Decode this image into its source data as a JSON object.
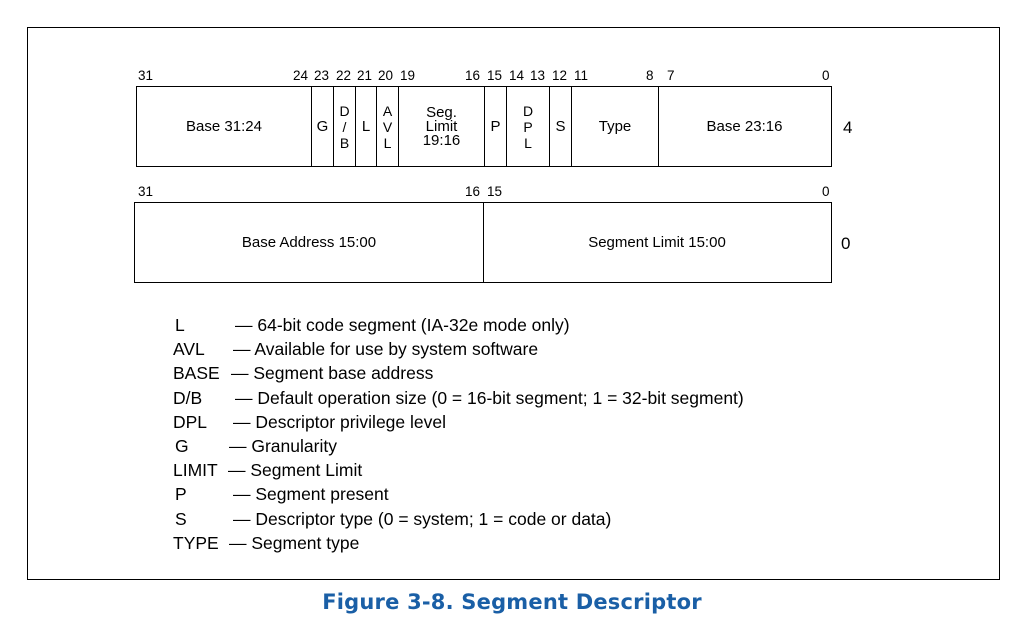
{
  "caption": "Figure 3-8.  Segment Descriptor",
  "high_dword": {
    "offset": "4",
    "bit_numbers": [
      "31",
      "24",
      "23",
      "22",
      "21",
      "20",
      "19",
      "16",
      "15",
      "14",
      "13",
      "12",
      "11",
      "8",
      "7",
      "0"
    ],
    "fields": {
      "base_31_24": "Base 31:24",
      "g": "G",
      "db": [
        "D",
        "/",
        "B"
      ],
      "l": "L",
      "avl": [
        "A",
        "V",
        "L"
      ],
      "seg_limit": [
        "Seg.",
        "Limit",
        "19:16"
      ],
      "p": "P",
      "dpl": [
        "D",
        "P",
        "L"
      ],
      "s": "S",
      "type": "Type",
      "base_23_16": "Base 23:16"
    }
  },
  "low_dword": {
    "offset": "0",
    "bit_numbers": [
      "31",
      "16",
      "15",
      "0"
    ],
    "fields": {
      "base_address": "Base Address 15:00",
      "segment_limit": "Segment Limit 15:00"
    }
  },
  "legend": [
    {
      "abbr": "L",
      "desc": "— 64-bit code segment (IA-32e mode only)"
    },
    {
      "abbr": "AVL",
      "desc": "— Available for use by system software"
    },
    {
      "abbr": "BASE",
      "desc": "— Segment base address"
    },
    {
      "abbr": "D/B",
      "desc": "— Default operation size (0 = 16-bit segment; 1 = 32-bit segment)"
    },
    {
      "abbr": "DPL",
      "desc": "— Descriptor privilege level"
    },
    {
      "abbr": "G",
      "desc": "— Granularity"
    },
    {
      "abbr": "LIMIT",
      "desc": "— Segment Limit"
    },
    {
      "abbr": "P",
      "desc": "— Segment present"
    },
    {
      "abbr": "S",
      "desc": "— Descriptor type (0 = system; 1 = code or data)"
    },
    {
      "abbr": "TYPE",
      "desc": "— Segment type"
    }
  ]
}
